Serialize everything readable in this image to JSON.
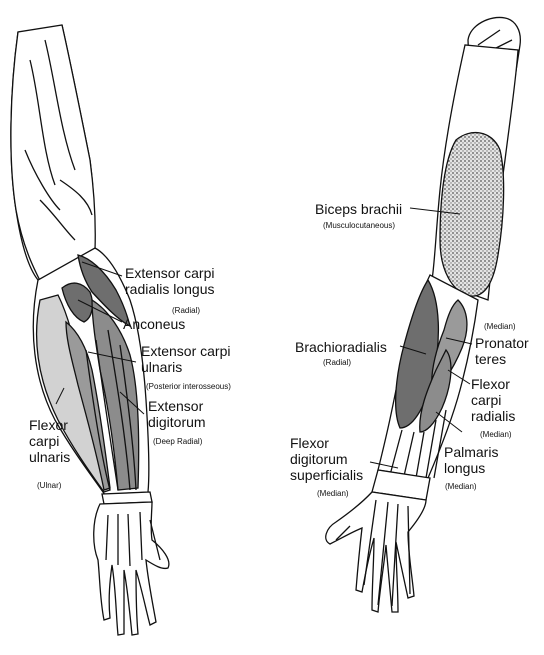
{
  "left_arm": {
    "labels": {
      "ecrl_1": "Extensor carpi",
      "ecrl_2": "radialis longus",
      "ecrl_nerve": "(Radial)",
      "anconeus": "Anconeus",
      "ecu_1": "Extensor carpi",
      "ecu_2": "ulnaris",
      "ecu_nerve": "(Posterior interosseous)",
      "ed_1": "Extensor",
      "ed_2": "digitorum",
      "ed_nerve": "(Deep Radial)",
      "fcu_1": "Flexor",
      "fcu_2": "carpi",
      "fcu_3": "ulnaris",
      "fcu_nerve": "(Ulnar)"
    }
  },
  "right_arm": {
    "labels": {
      "biceps": "Biceps brachii",
      "biceps_nerve": "(Musculocutaneous)",
      "pt_nerve": "(Median)",
      "pt_1": "Pronator",
      "pt_2": "teres",
      "br": "Brachioradialis",
      "br_nerve": "(Radial)",
      "fcr_1": "Flexor",
      "fcr_2": "carpi",
      "fcr_3": "radialis",
      "fcr_nerve": "(Median)",
      "fds_1": "Flexor",
      "fds_2": "digitorum",
      "fds_3": "superficialis",
      "fds_nerve": "(Median)",
      "pl_1": "Palmaris",
      "pl_2": "longus",
      "pl_nerve": "(Median)"
    }
  },
  "colors": {
    "outline": "#111111",
    "muscle_dark": "#6e6e6e",
    "muscle_mid": "#9a9a9a",
    "muscle_light": "#d2d2d2",
    "biceps_fill": "#c9c9c9"
  }
}
